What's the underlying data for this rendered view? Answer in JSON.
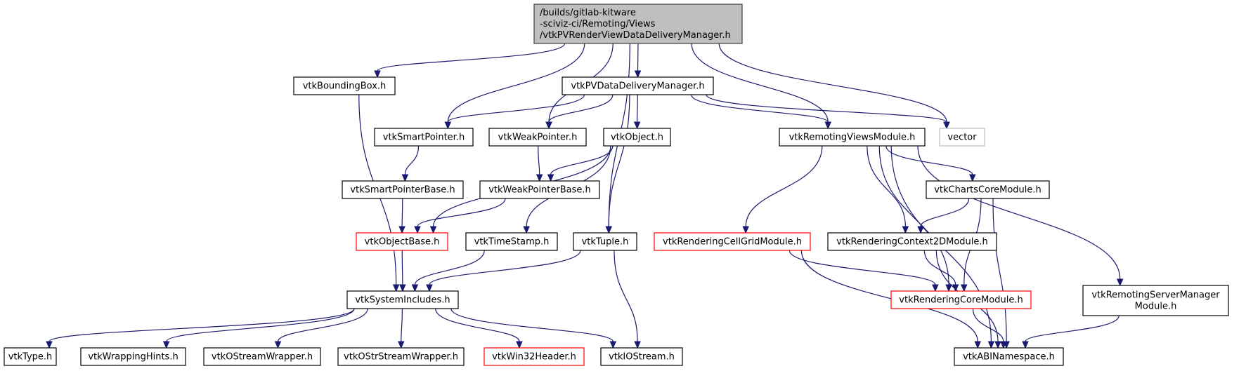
{
  "diagram": {
    "type": "include-dependency-graph",
    "colors": {
      "edge": "#191970",
      "root_fill": "#bfbfbf",
      "missing_doc_border": "#ff0000",
      "external_border": "#bfbfbf"
    },
    "nodes": [
      {
        "id": "root",
        "lines": [
          "/builds/gitlab-kitware",
          "-sciviz-ci/Remoting/Views",
          "/vtkPVRenderViewDataDeliveryManager.h"
        ],
        "style": "root"
      },
      {
        "id": "bbox",
        "lines": [
          "vtkBoundingBox.h"
        ],
        "style": "normal"
      },
      {
        "id": "pvddm",
        "lines": [
          "vtkPVDataDeliveryManager.h"
        ],
        "style": "normal"
      },
      {
        "id": "smartptr",
        "lines": [
          "vtkSmartPointer.h"
        ],
        "style": "normal"
      },
      {
        "id": "weakptr",
        "lines": [
          "vtkWeakPointer.h"
        ],
        "style": "normal"
      },
      {
        "id": "object",
        "lines": [
          "vtkObject.h"
        ],
        "style": "normal"
      },
      {
        "id": "rvmodule",
        "lines": [
          "vtkRemotingViewsModule.h"
        ],
        "style": "normal"
      },
      {
        "id": "vector",
        "lines": [
          "vector"
        ],
        "style": "gray"
      },
      {
        "id": "smartptrbase",
        "lines": [
          "vtkSmartPointerBase.h"
        ],
        "style": "normal"
      },
      {
        "id": "weakptrbase",
        "lines": [
          "vtkWeakPointerBase.h"
        ],
        "style": "normal"
      },
      {
        "id": "chartscore",
        "lines": [
          "vtkChartsCoreModule.h"
        ],
        "style": "normal"
      },
      {
        "id": "objectbase",
        "lines": [
          "vtkObjectBase.h"
        ],
        "style": "red"
      },
      {
        "id": "timestamp",
        "lines": [
          "vtkTimeStamp.h"
        ],
        "style": "normal"
      },
      {
        "id": "tuple",
        "lines": [
          "vtkTuple.h"
        ],
        "style": "normal"
      },
      {
        "id": "cellgrid",
        "lines": [
          "vtkRenderingCellGridModule.h"
        ],
        "style": "red"
      },
      {
        "id": "context2d",
        "lines": [
          "vtkRenderingContext2DModule.h"
        ],
        "style": "normal"
      },
      {
        "id": "sysincl",
        "lines": [
          "vtkSystemIncludes.h"
        ],
        "style": "normal"
      },
      {
        "id": "rendcore",
        "lines": [
          "vtkRenderingCoreModule.h"
        ],
        "style": "red"
      },
      {
        "id": "rsmmodule",
        "lines": [
          "vtkRemotingServerManager",
          "Module.h"
        ],
        "style": "normal"
      },
      {
        "id": "type",
        "lines": [
          "vtkType.h"
        ],
        "style": "normal"
      },
      {
        "id": "wraphints",
        "lines": [
          "vtkWrappingHints.h"
        ],
        "style": "normal"
      },
      {
        "id": "ostreamwrap",
        "lines": [
          "vtkOStreamWrapper.h"
        ],
        "style": "normal"
      },
      {
        "id": "ostrstreamwrap",
        "lines": [
          "vtkOStrStreamWrapper.h"
        ],
        "style": "normal"
      },
      {
        "id": "win32",
        "lines": [
          "vtkWin32Header.h"
        ],
        "style": "red"
      },
      {
        "id": "iostream",
        "lines": [
          "vtkIOStream.h"
        ],
        "style": "normal"
      },
      {
        "id": "abins",
        "lines": [
          "vtkABINamespace.h"
        ],
        "style": "normal"
      }
    ],
    "edges": [
      [
        "root",
        "bbox"
      ],
      [
        "root",
        "pvddm"
      ],
      [
        "root",
        "smartptr"
      ],
      [
        "root",
        "weakptr"
      ],
      [
        "root",
        "tuple"
      ],
      [
        "root",
        "rvmodule"
      ],
      [
        "root",
        "vector"
      ],
      [
        "pvddm",
        "smartptr"
      ],
      [
        "pvddm",
        "weakptr"
      ],
      [
        "pvddm",
        "object"
      ],
      [
        "pvddm",
        "tuple"
      ],
      [
        "pvddm",
        "rvmodule"
      ],
      [
        "pvddm",
        "vector"
      ],
      [
        "bbox",
        "sysincl"
      ],
      [
        "smartptr",
        "smartptrbase"
      ],
      [
        "smartptrbase",
        "objectbase"
      ],
      [
        "weakptr",
        "weakptrbase"
      ],
      [
        "weakptrbase",
        "objectbase"
      ],
      [
        "object",
        "weakptrbase"
      ],
      [
        "object",
        "objectbase"
      ],
      [
        "object",
        "timestamp"
      ],
      [
        "objectbase",
        "sysincl"
      ],
      [
        "timestamp",
        "sysincl"
      ],
      [
        "tuple",
        "sysincl"
      ],
      [
        "tuple",
        "iostream"
      ],
      [
        "rvmodule",
        "cellgrid"
      ],
      [
        "rvmodule",
        "context2d"
      ],
      [
        "rvmodule",
        "chartscore"
      ],
      [
        "rvmodule",
        "rendcore"
      ],
      [
        "rvmodule",
        "rsmmodule"
      ],
      [
        "rvmodule",
        "abins"
      ],
      [
        "chartscore",
        "context2d"
      ],
      [
        "chartscore",
        "rendcore"
      ],
      [
        "chartscore",
        "abins"
      ],
      [
        "cellgrid",
        "rendcore"
      ],
      [
        "cellgrid",
        "abins"
      ],
      [
        "context2d",
        "rendcore"
      ],
      [
        "context2d",
        "abins"
      ],
      [
        "rendcore",
        "abins"
      ],
      [
        "rsmmodule",
        "abins"
      ],
      [
        "sysincl",
        "type"
      ],
      [
        "sysincl",
        "wraphints"
      ],
      [
        "sysincl",
        "ostreamwrap"
      ],
      [
        "sysincl",
        "ostrstreamwrap"
      ],
      [
        "sysincl",
        "win32"
      ],
      [
        "sysincl",
        "iostream"
      ]
    ]
  }
}
